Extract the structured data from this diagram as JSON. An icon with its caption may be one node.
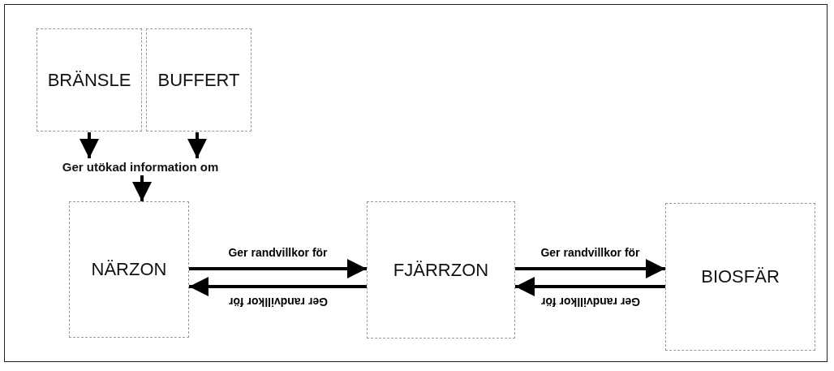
{
  "diagram": {
    "nodes": [
      {
        "text": [
          "BRÄNSLE"
        ]
      },
      {
        "text": [
          "BUFFERT"
        ]
      },
      {
        "text": [
          "Ger utökad information om"
        ]
      },
      {
        "text": [
          "NÄRZON"
        ]
      },
      {
        "text": [
          "FJÄRRZON"
        ]
      },
      {
        "text": [
          "BIOSFÄR"
        ]
      }
    ],
    "edges": [
      {
        "from": 0,
        "to": 2,
        "arrow": "to"
      },
      {
        "from": 1,
        "to": 2,
        "arrow": "to"
      },
      {
        "from": 2,
        "to": 3,
        "arrow": "to"
      },
      {
        "from": 3,
        "to": 4,
        "arrow": "to",
        "label": "Ger randvillkor för"
      },
      {
        "from": 4,
        "to": 3,
        "arrow": "to",
        "label": "Ger randvillkor för"
      },
      {
        "from": 4,
        "to": 5,
        "arrow": "to",
        "label": "Ger randvillkor för"
      },
      {
        "from": 5,
        "to": 4,
        "arrow": "to",
        "label": "Ger randvillkor för"
      }
    ]
  }
}
